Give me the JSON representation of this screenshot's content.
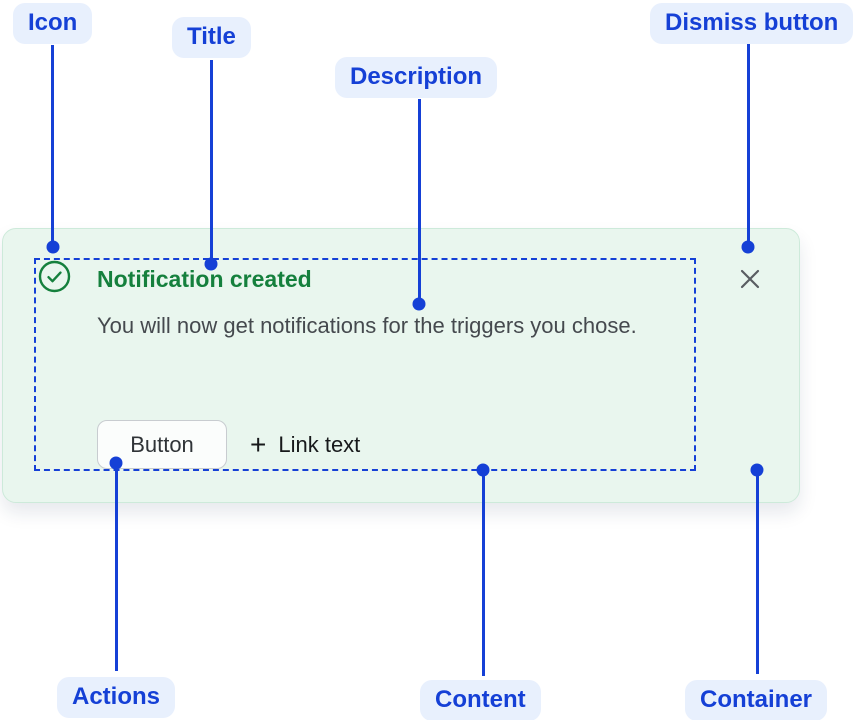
{
  "callouts": {
    "icon": "Icon",
    "title": "Title",
    "description": "Description",
    "dismiss_button": "Dismiss button",
    "actions": "Actions",
    "content": "Content",
    "container": "Container"
  },
  "toast": {
    "title": "Notification created",
    "description": "You will now get notifications for the triggers you chose.",
    "button_label": "Button",
    "plus_glyph": "+",
    "link_text": "Link text"
  },
  "colors": {
    "callout_blue": "#1540d6",
    "callout_pill_bg": "#e8f0fd",
    "success_green": "#15803d",
    "toast_bg": "#e9f6ee",
    "toast_border": "#cdeada",
    "body_text": "#45494e",
    "dismiss_gray": "#595d62",
    "button_border": "#c8ccd0"
  }
}
